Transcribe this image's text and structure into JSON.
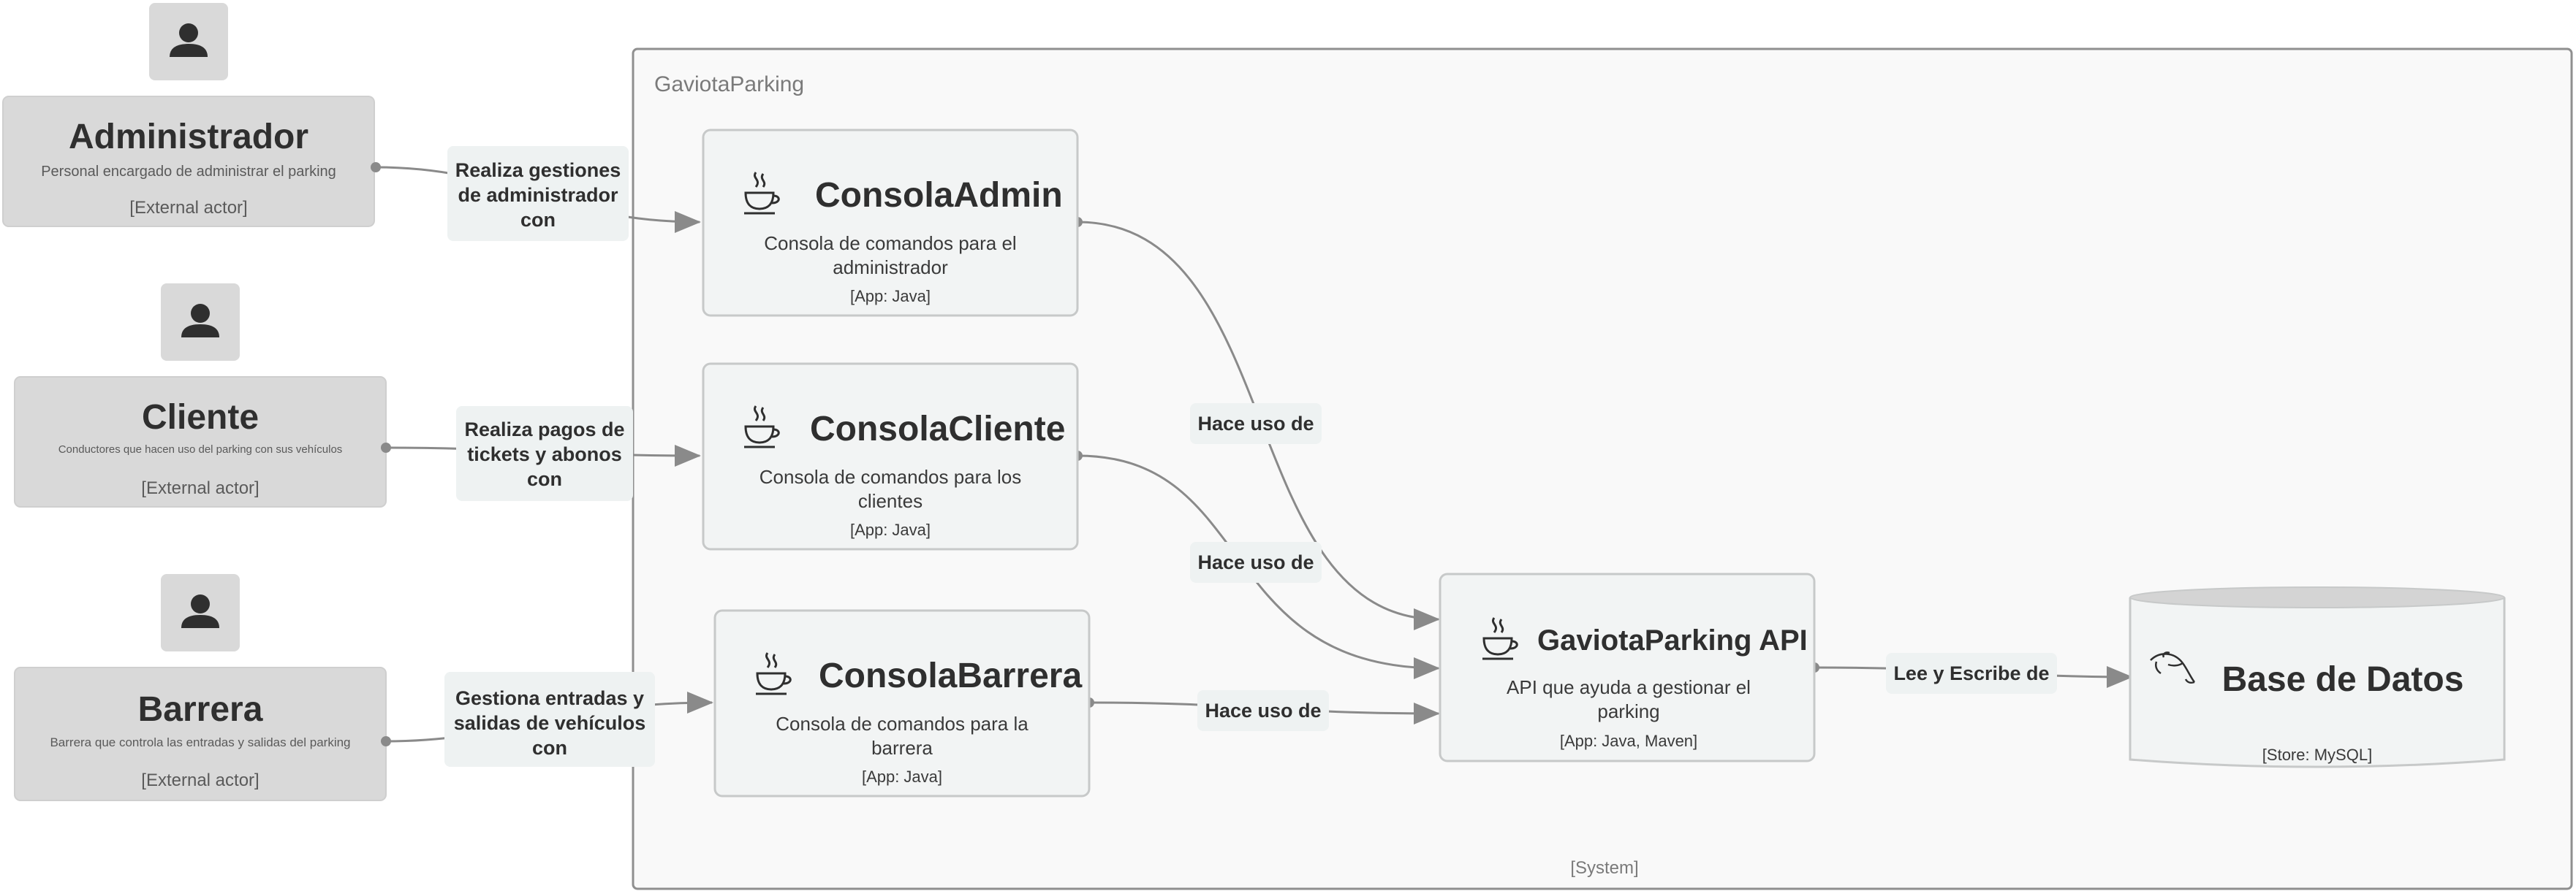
{
  "system": {
    "name": "GaviotaParking",
    "tag": "[System]"
  },
  "actors": {
    "admin": {
      "name": "Administrador",
      "description": "Personal encargado de administrar el parking",
      "tag": "[External actor]"
    },
    "cliente": {
      "name": "Cliente",
      "description": "Conductores que hacen uso del parking con sus vehículos",
      "tag": "[External actor]"
    },
    "barrera": {
      "name": "Barrera",
      "description": "Barrera que controla las entradas y salidas del parking",
      "tag": "[External actor]"
    }
  },
  "containers": {
    "consola_admin": {
      "name": "ConsolaAdmin",
      "description_lines": [
        "Consola de comandos para el",
        "administrador"
      ],
      "tag": "[App: Java]",
      "icon": "java-icon"
    },
    "consola_cliente": {
      "name": "ConsolaCliente",
      "description_lines": [
        "Consola de comandos para los",
        "clientes"
      ],
      "tag": "[App: Java]",
      "icon": "java-icon"
    },
    "consola_barrera": {
      "name": "ConsolaBarrera",
      "description_lines": [
        "Consola de comandos para la",
        "barrera"
      ],
      "tag": "[App: Java]",
      "icon": "java-icon"
    },
    "api": {
      "name": "GaviotaParking API",
      "description_lines": [
        "API que ayuda a gestionar el",
        "parking"
      ],
      "tag": "[App: Java, Maven]",
      "icon": "java-icon"
    },
    "db": {
      "name": "Base de Datos",
      "tag": "[Store: MySQL]",
      "icon": "mysql-dolphin-icon"
    }
  },
  "relations": {
    "admin_to_consola": {
      "label_lines": [
        "Realiza gestiones",
        "de administrador",
        "con"
      ]
    },
    "cliente_to_consola": {
      "label_lines": [
        "Realiza pagos de",
        "tickets y abonos",
        "con"
      ]
    },
    "barrera_to_consola": {
      "label_lines": [
        "Gestiona entradas y",
        "salidas de vehículos",
        "con"
      ]
    },
    "admin_to_api": {
      "label": "Hace uso de"
    },
    "cliente_to_api": {
      "label": "Hace uso de"
    },
    "barrera_to_api": {
      "label": "Hace uso de"
    },
    "api_to_db": {
      "label": "Lee y Escribe de"
    }
  },
  "colors": {
    "actor_fill": "#d9d9d9",
    "actor_stroke": "#cfcfcf",
    "container_fill": "#f2f4f4",
    "container_stroke": "#c7c9c9",
    "system_fill": "#f9f9f9",
    "system_stroke": "#8f8f8f",
    "edge": "#8a8a8a",
    "label_bg": "#eef2f2",
    "text_dark": "#2f2f2f",
    "text_muted": "#5a5a5a"
  }
}
